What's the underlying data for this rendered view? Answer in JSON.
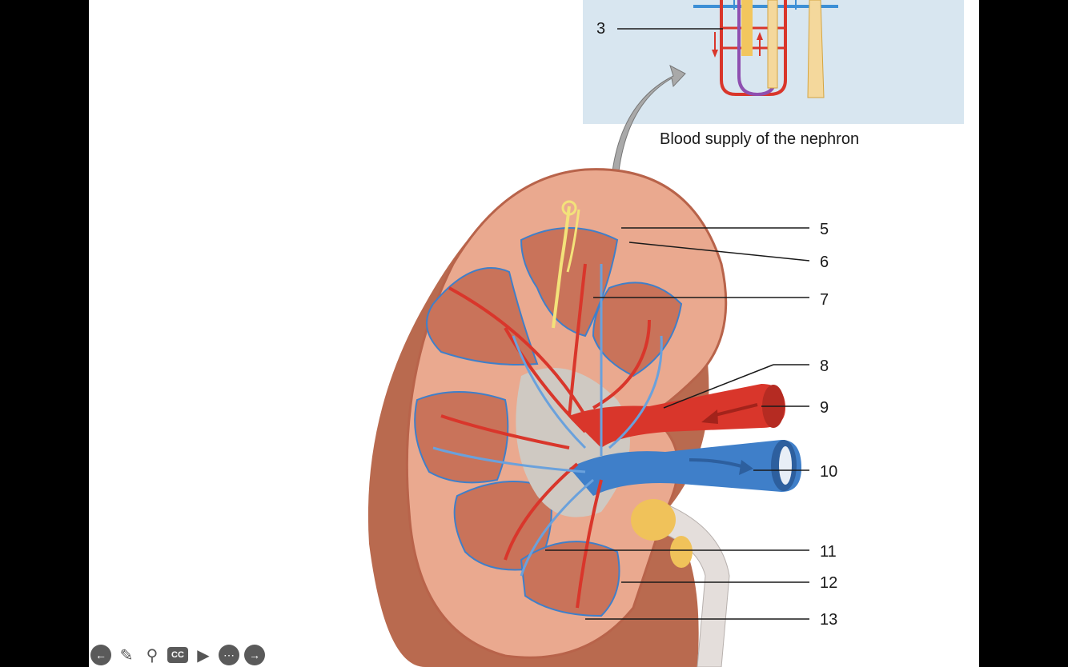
{
  "inset": {
    "caption": "Blood supply of the nephron",
    "label_3": "3"
  },
  "labels": [
    "5",
    "6",
    "7",
    "8",
    "9",
    "10",
    "11",
    "12",
    "13"
  ],
  "toolbar": {
    "prev_icon": "arrow-left-icon",
    "pen_icon": "pencil-icon",
    "zoom_icon": "magnifier-icon",
    "cc_label": "CC",
    "video_icon": "video-camera-icon",
    "more_icon": "more-icon",
    "next_icon": "arrow-right-icon"
  },
  "colors": {
    "artery": "#d9362b",
    "vein": "#3f7fc9",
    "cortex": "#e9a890",
    "capsule": "#b8634a",
    "inset_bg": "#d8e6f0"
  }
}
